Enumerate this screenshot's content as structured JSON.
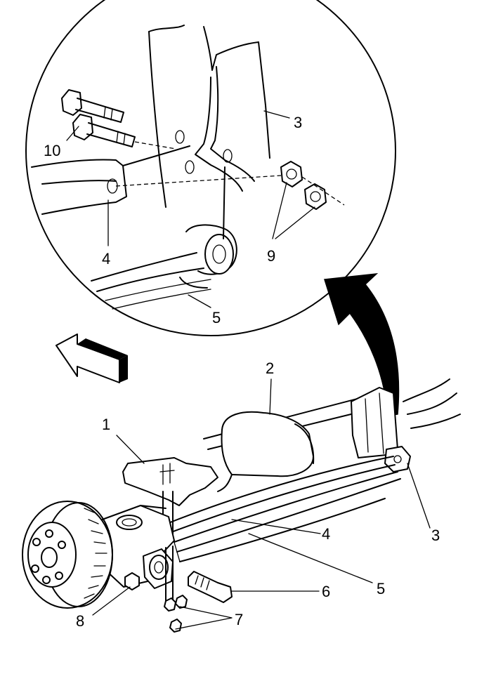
{
  "callouts": {
    "c1": "1",
    "c2": "2",
    "c3_detail": "3",
    "c3_main": "3",
    "c4_detail": "4",
    "c4_main": "4",
    "c5_detail": "5",
    "c5_main": "5",
    "c6": "6",
    "c7": "7",
    "c8": "8",
    "c9": "9",
    "c10": "10"
  },
  "icons": {
    "forward_arrow": "forward-direction-arrow",
    "detail_arrow": "detail-view-arrow"
  }
}
